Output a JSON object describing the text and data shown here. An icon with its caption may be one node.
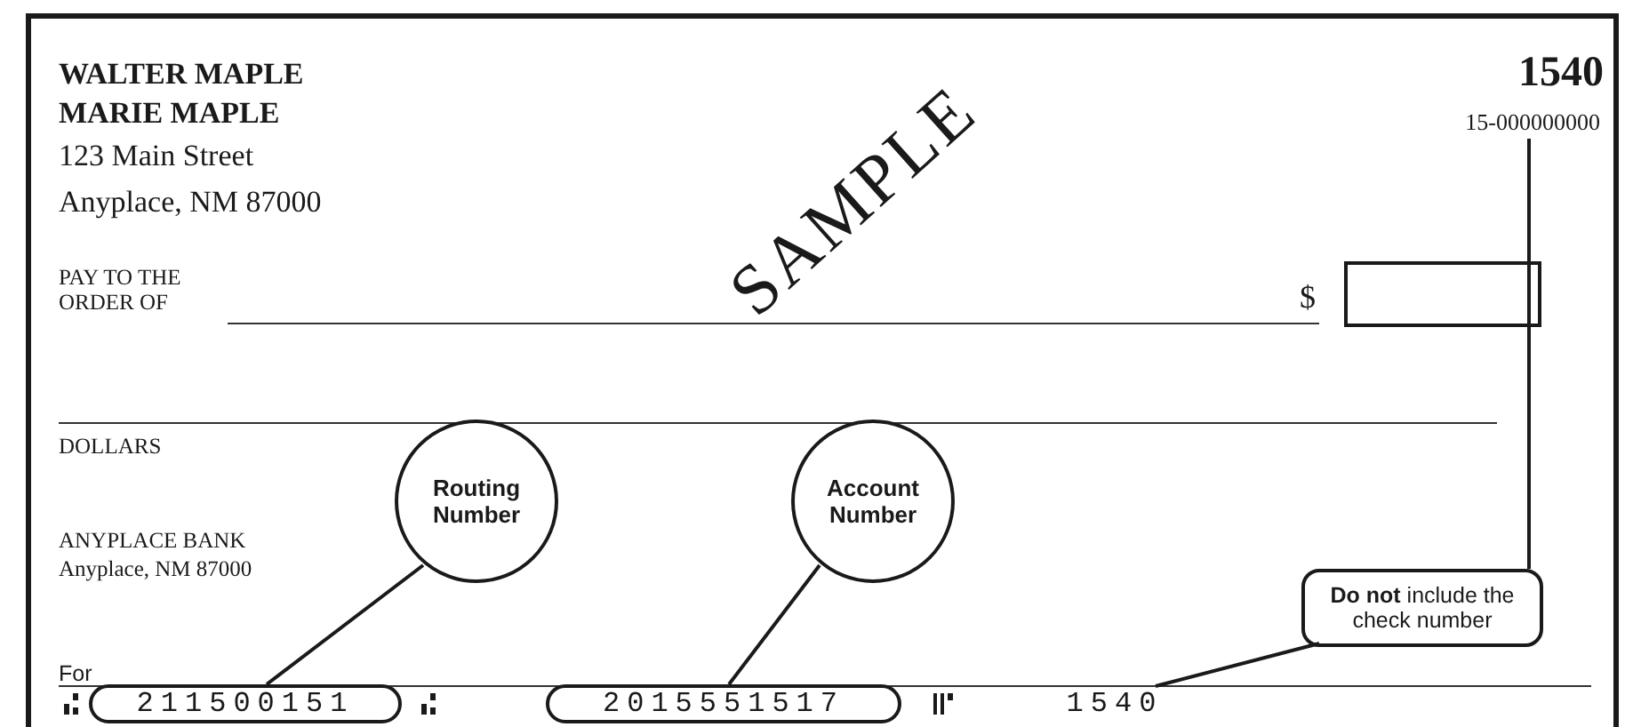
{
  "diagram": {
    "nodes": [
      {
        "text": [
          "Routing Number"
        ]
      },
      {
        "text": [
          "Account Number"
        ]
      },
      {
        "text": [
          "**Do not** include the check number"
        ]
      },
      {
        "text": [
          "211500151"
        ]
      },
      {
        "text": [
          "2015551517"
        ]
      },
      {
        "text": [
          "1540"
        ]
      },
      {
        "text": [
          "15-000000000"
        ]
      },
      {
        "text": [],
        "shape": "box"
      }
    ],
    "edges": [
      {
        "from": 0,
        "to": 3,
        "arrow": "none"
      },
      {
        "from": 1,
        "to": 4,
        "arrow": "none"
      },
      {
        "from": 2,
        "to": 5,
        "arrow": "none"
      },
      {
        "from": 2,
        "to": 6,
        "arrow": "none"
      }
    ],
    "labels": [
      "WALTER MAPLE",
      "MARIE MAPLE",
      "123 Main Street",
      "Anyplace, NM 87000",
      "1540",
      "SAMPLE",
      "PAY TO THE ORDER OF",
      "$",
      "DOLLARS",
      "ANYPLACE BANK",
      "Anyplace, NM 87000",
      "For"
    ]
  }
}
